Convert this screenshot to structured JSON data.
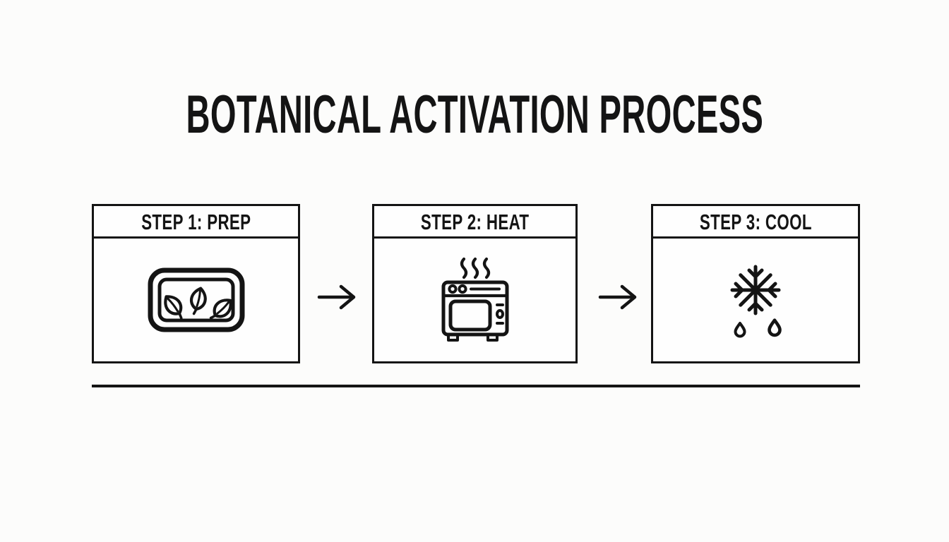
{
  "title": "BOTANICAL ACTIVATION PROCESS",
  "steps": [
    {
      "label": "STEP 1: PREP",
      "icon": "leaves-tray-icon"
    },
    {
      "label": "STEP 2: HEAT",
      "icon": "oven-icon"
    },
    {
      "label": "STEP 3: COOL",
      "icon": "snowflake-drip-icon"
    }
  ],
  "connector_icon": "arrow-right-icon",
  "colors": {
    "ink": "#141414",
    "background": "#fcfcfb",
    "card-bg": "#fefefe"
  }
}
